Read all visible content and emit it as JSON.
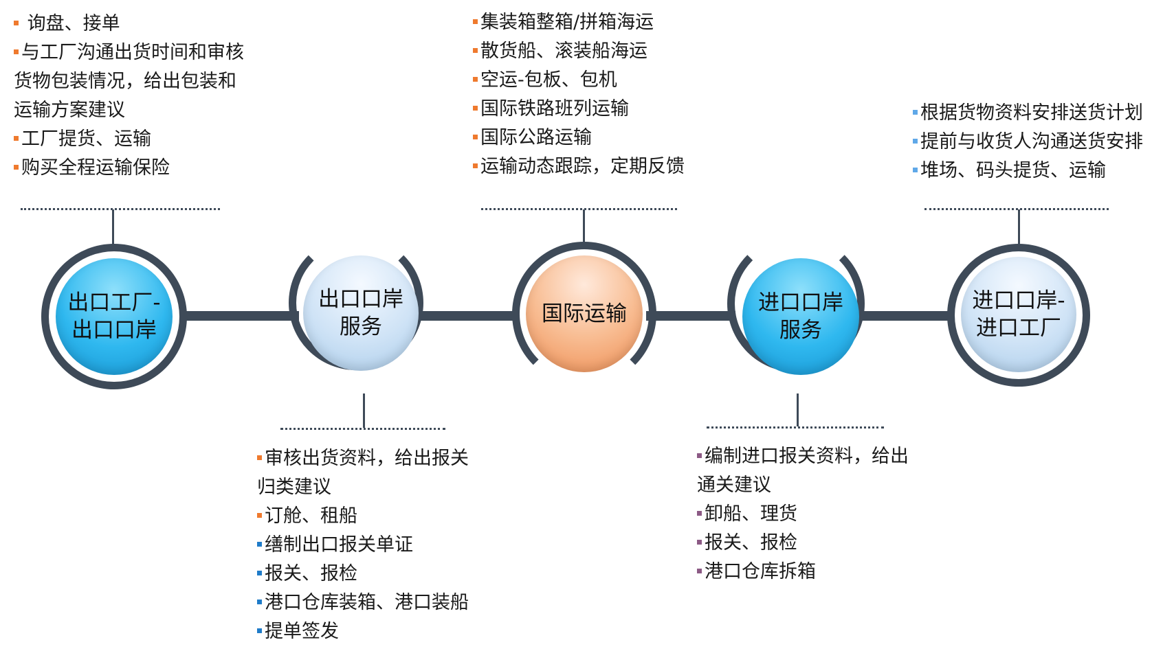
{
  "colors": {
    "ring": "#3e4a58",
    "bullet_orange": "#ef7a2e",
    "bullet_blue": "#1f7cc9",
    "bullet_lightblue": "#5fa8e8",
    "bullet_purple": "#8c5a85"
  },
  "stages": [
    {
      "label": "出口工厂-\n出口口岸"
    },
    {
      "label": "出口口岸\n服务"
    },
    {
      "label": "国际运输"
    },
    {
      "label": "进口口岸\n服务"
    },
    {
      "label": "进口口岸-\n进口工厂"
    }
  ],
  "lists": {
    "export_factory": [
      {
        "text": " 询盘、接单",
        "bullet": "orange"
      },
      {
        "text": "与工厂沟通出货时间和审核\n货物包装情况，给出包装和\n运输方案建议",
        "bullet": "orange"
      },
      {
        "text": "工厂提货、运输",
        "bullet": "orange"
      },
      {
        "text": "购买全程运输保险",
        "bullet": "orange"
      }
    ],
    "export_port": [
      {
        "text": "审核出货资料，给出报关\n归类建议",
        "bullet": "orange"
      },
      {
        "text": "订舱、租船",
        "bullet": "orange"
      },
      {
        "text": "缮制出口报关单证",
        "bullet": "blue"
      },
      {
        "text": "报关、报检",
        "bullet": "blue"
      },
      {
        "text": "港口仓库装箱、港口装船",
        "bullet": "blue"
      },
      {
        "text": "提单签发",
        "bullet": "blue"
      }
    ],
    "international": [
      {
        "text": "集装箱整箱/拼箱海运",
        "bullet": "orange"
      },
      {
        "text": "散货船、滚装船海运",
        "bullet": "orange"
      },
      {
        "text": "空运-包板、包机",
        "bullet": "orange"
      },
      {
        "text": "国际铁路班列运输",
        "bullet": "orange"
      },
      {
        "text": "国际公路运输",
        "bullet": "orange"
      },
      {
        "text": "运输动态跟踪，定期反馈",
        "bullet": "orange"
      }
    ],
    "import_port": [
      {
        "text": "编制进口报关资料，给出\n通关建议",
        "bullet": "purple"
      },
      {
        "text": "卸船、理货",
        "bullet": "purple"
      },
      {
        "text": "报关、报检",
        "bullet": "purple"
      },
      {
        "text": "港口仓库拆箱",
        "bullet": "purple"
      }
    ],
    "import_factory": [
      {
        "text": "根据货物资料安排送货计划",
        "bullet": "lightblue"
      },
      {
        "text": "提前与收货人沟通送货安排",
        "bullet": "lightblue"
      },
      {
        "text": "堆场、码头提货、运输",
        "bullet": "lightblue"
      }
    ]
  }
}
